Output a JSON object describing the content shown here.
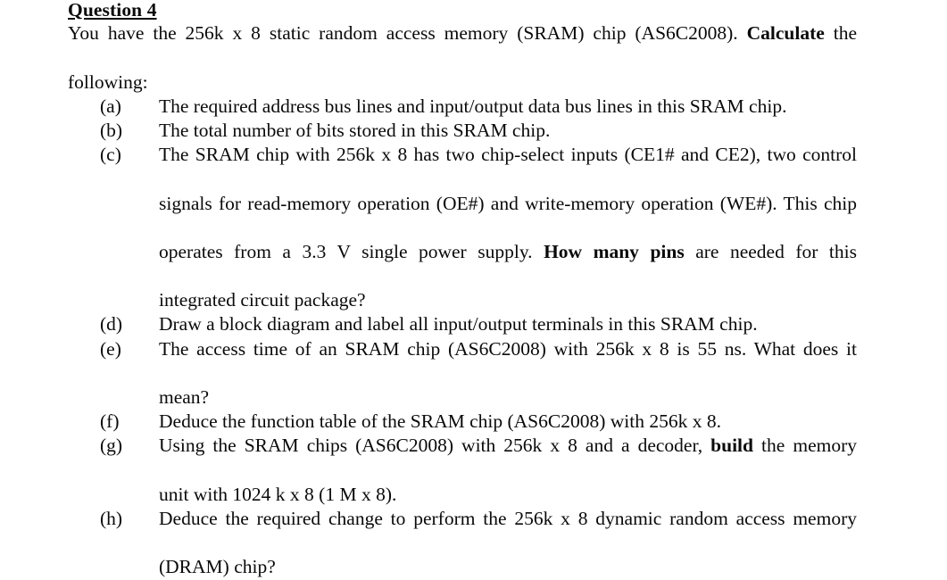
{
  "document": {
    "heading": "Question 4",
    "intro": {
      "line1_part1": "You have the 256k x 8 static random access memory (SRAM) chip (AS6C2008). ",
      "line1_bold": "Calculate",
      "line1_part2": " the",
      "line2": "following:"
    },
    "items": [
      {
        "label": "(a)",
        "lines": [
          {
            "text": "The required address bus lines and input/output data bus lines in this SRAM chip.",
            "justified": false
          }
        ]
      },
      {
        "label": "(b)",
        "lines": [
          {
            "text": " The total number of bits stored in this SRAM chip.",
            "justified": false
          }
        ]
      },
      {
        "label": "(c)",
        "lines": [
          {
            "text": "The SRAM chip with 256k x 8 has two chip-select inputs (CE1# and CE2), two control",
            "justified": true
          },
          {
            "text": "signals for read-memory operation (OE#) and write-memory operation (WE#). This chip",
            "justified": true
          },
          {
            "pre": "operates from a 3.3 V single power supply. ",
            "bold": "How many pins",
            "post": " are needed for this",
            "justified": true
          },
          {
            "text": "integrated circuit package?",
            "justified": false
          }
        ]
      },
      {
        "label": "(d)",
        "lines": [
          {
            "text": "Draw a block diagram and label all input/output terminals in this SRAM chip.",
            "justified": false
          }
        ]
      },
      {
        "label": "(e)",
        "lines": [
          {
            "text": "The access time of an SRAM chip (AS6C2008) with 256k x 8 is 55 ns. What does it",
            "justified": true
          },
          {
            "text": "mean?",
            "justified": false
          }
        ]
      },
      {
        "label": "(f)",
        "lines": [
          {
            "text": "Deduce the function table of the SRAM chip (AS6C2008) with 256k x 8.",
            "justified": false
          }
        ]
      },
      {
        "label": "(g)",
        "lines": [
          {
            "pre": "Using the SRAM chips (AS6C2008) with 256k x 8 and a decoder, ",
            "bold": "build",
            "post": " the memory",
            "justified": true
          },
          {
            "text": "unit with 1024 k x 8 (1 M x 8).",
            "justified": false
          }
        ]
      },
      {
        "label": "(h)",
        "lines": [
          {
            "text": "Deduce the required change to perform the 256k x 8 dynamic random access memory",
            "justified": true
          },
          {
            "text": "(DRAM) chip?",
            "justified": false
          }
        ]
      }
    ]
  }
}
